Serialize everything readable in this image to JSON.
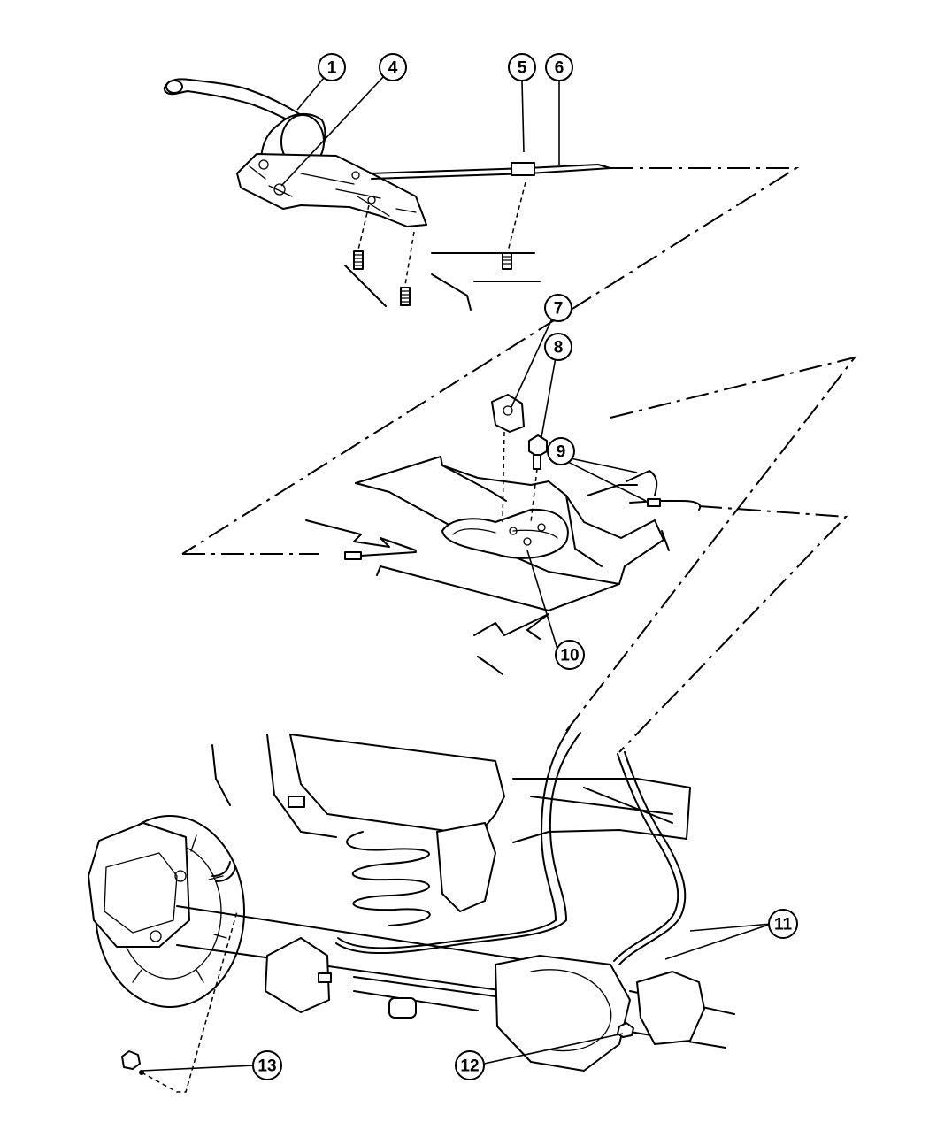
{
  "diagram": {
    "callouts": [
      {
        "id": "c1",
        "label": "1"
      },
      {
        "id": "c4",
        "label": "4"
      },
      {
        "id": "c5",
        "label": "5"
      },
      {
        "id": "c6",
        "label": "6"
      },
      {
        "id": "c7",
        "label": "7"
      },
      {
        "id": "c8",
        "label": "8"
      },
      {
        "id": "c9",
        "label": "9"
      },
      {
        "id": "c10",
        "label": "10"
      },
      {
        "id": "c11",
        "label": "11"
      },
      {
        "id": "c12",
        "label": "12"
      },
      {
        "id": "c13",
        "label": "13"
      }
    ]
  }
}
